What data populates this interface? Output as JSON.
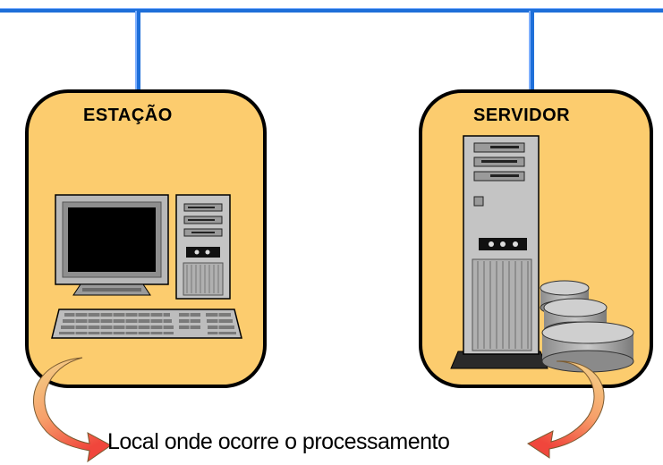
{
  "nodes": {
    "station": {
      "title": "ESTAÇÃO"
    },
    "server": {
      "title": "SERVIDOR"
    }
  },
  "caption": "Local onde ocorre o processamento",
  "colors": {
    "network_line": "#1e6fd9",
    "box_fill": "#fccc6e",
    "box_border": "#000000",
    "arrow_light": "#f2d58a",
    "arrow_dark": "#f0463c"
  },
  "icons": [
    "computer-monitor-icon",
    "desktop-tower-icon",
    "keyboard-icon",
    "server-tower-icon",
    "disk-stack-icon",
    "curved-arrow-icon"
  ]
}
